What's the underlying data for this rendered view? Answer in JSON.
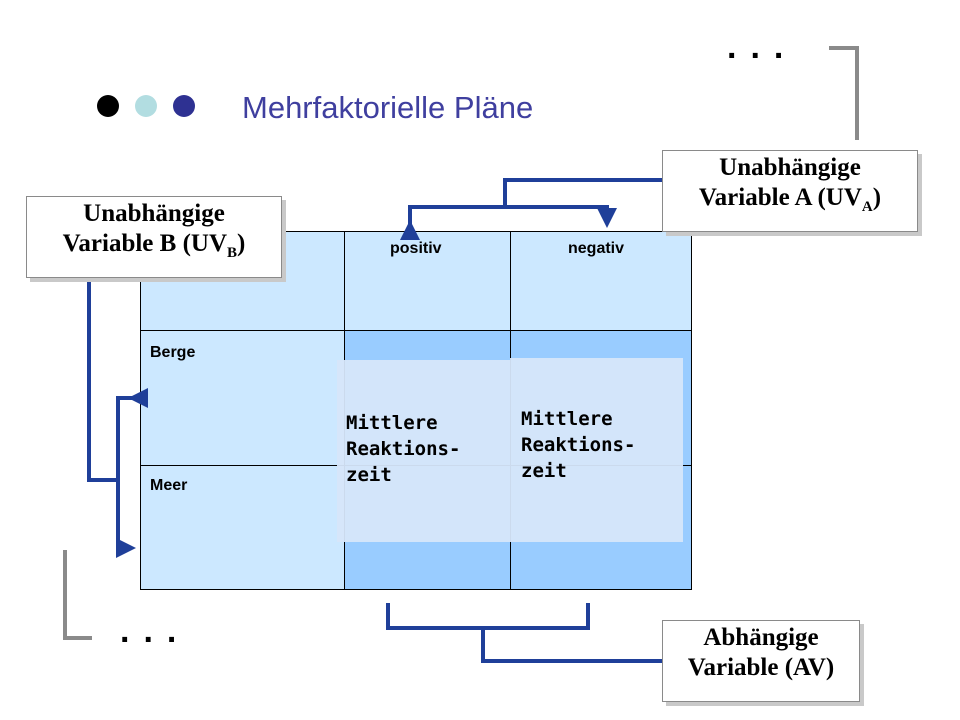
{
  "title": "Mehrfaktorielle Pläne",
  "dots": {
    "colors": [
      "#000000",
      "#b2dde1",
      "#2e3192"
    ]
  },
  "ellipsis_top": "...",
  "ellipsis_bottom": "...",
  "uv_a": {
    "line1": "Unabhängige",
    "line2": "Variable A (UV",
    "sub": "A",
    "close": ")"
  },
  "uv_b": {
    "line1": "Unabhängige",
    "line2": "Variable B (UV",
    "sub": "B",
    "close": ")"
  },
  "av": {
    "line1": "Abhängige",
    "line2": "Variable (AV)"
  },
  "table": {
    "col_headers": [
      "positiv",
      "negativ"
    ],
    "row_headers": [
      "Berge",
      "Meer"
    ],
    "cell_text": [
      "Mittlere",
      "Reaktions-",
      "zeit"
    ]
  },
  "colors": {
    "cell_light": "#cce8ff",
    "cell_dark": "#99ccff",
    "connector": "#1f3f99"
  }
}
